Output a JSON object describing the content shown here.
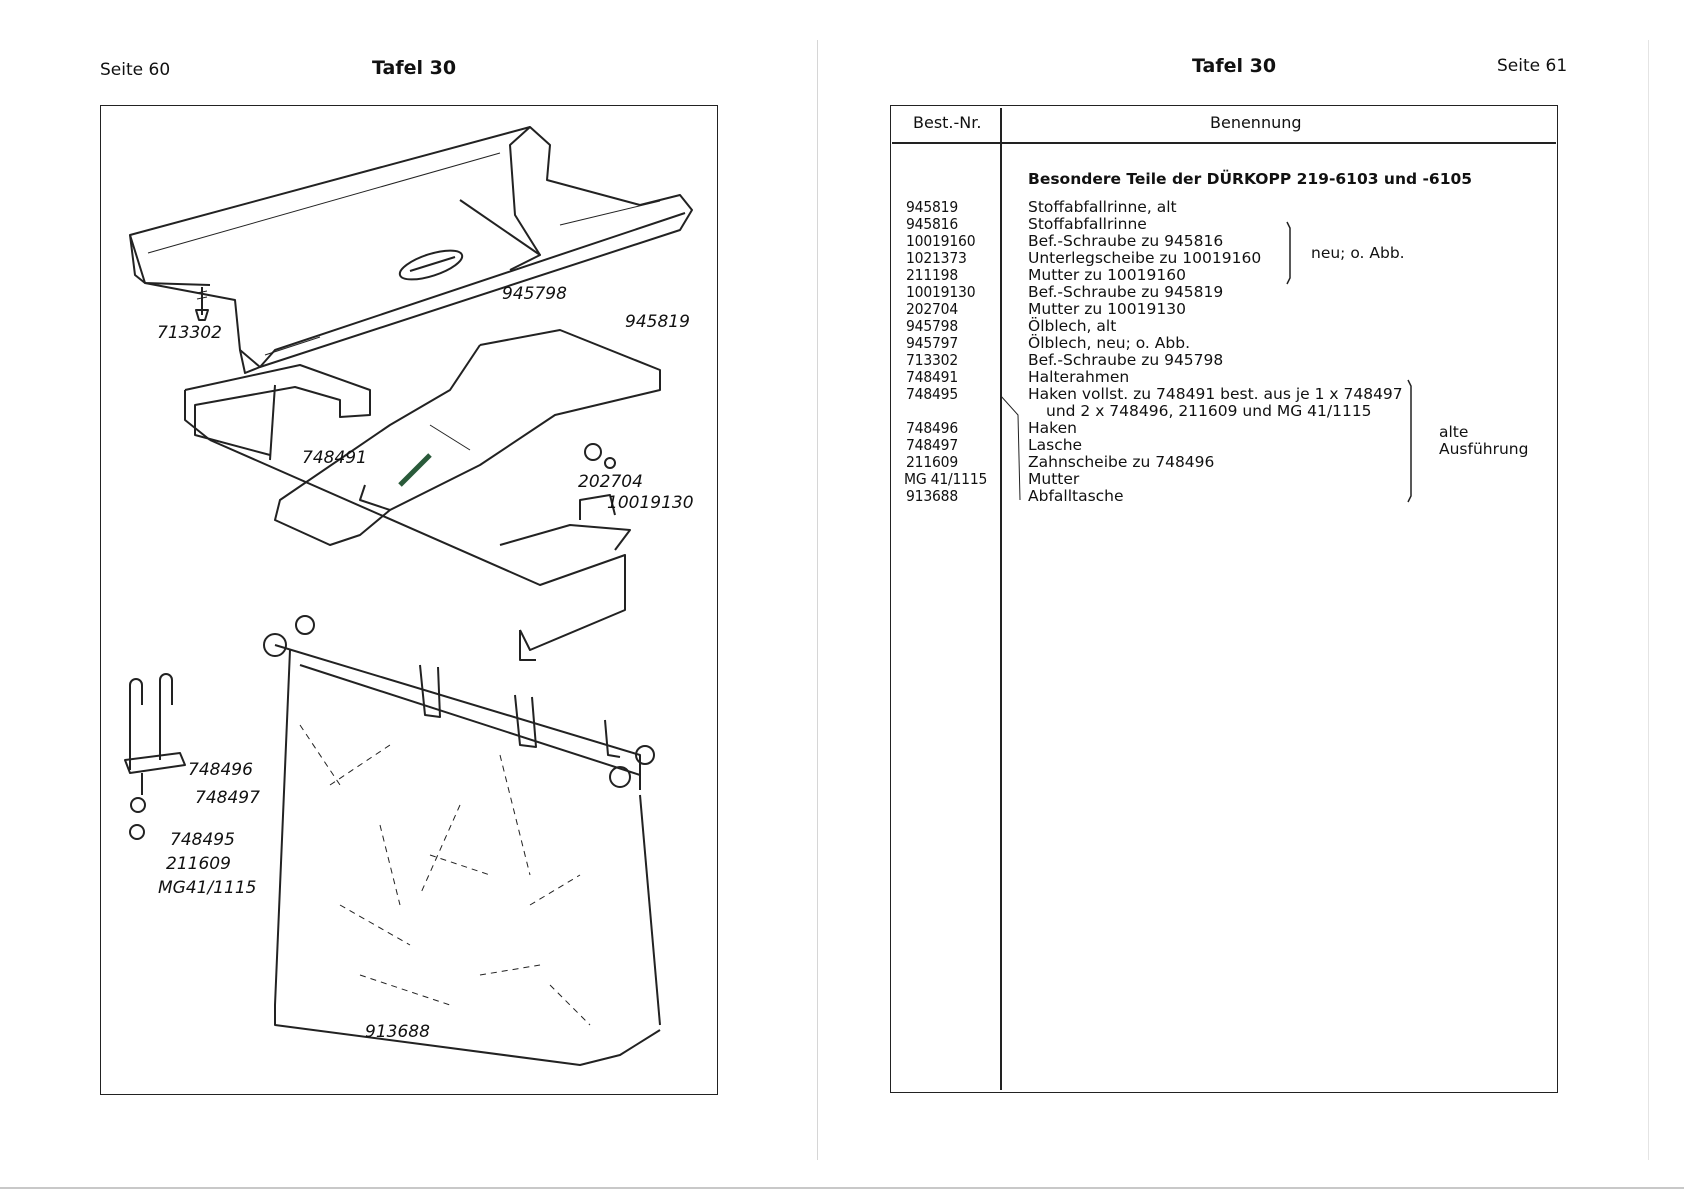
{
  "left_page": {
    "page_label": "Seite 60",
    "plate_title": "Tafel 30",
    "callouts": {
      "c945798": "945798",
      "c713302": "713302",
      "c945819": "945819",
      "c748491": "748491",
      "c202704": "202704",
      "c10019130": "10019130",
      "c748496": "748496",
      "c748497": "748497",
      "c748495": "748495",
      "c211609": "211609",
      "cMG": "MG41/1115",
      "c913688": "913688"
    }
  },
  "right_page": {
    "page_label": "Seite 61",
    "plate_title": "Tafel 30",
    "table": {
      "col_nr": "Best.-Nr.",
      "col_name": "Benennung",
      "section_title": "Besondere Teile der DÜRKOPP 219-6103 und -6105",
      "rows": [
        {
          "nr": "945819",
          "name": "Stoffabfallrinne, alt"
        },
        {
          "nr": "945816",
          "name": "Stoffabfallrinne"
        },
        {
          "nr": "10019160",
          "name": "Bef.-Schraube zu 945816"
        },
        {
          "nr": "1021373",
          "name": "Unterlegscheibe zu 10019160"
        },
        {
          "nr": "211198",
          "name": "Mutter zu 10019160"
        },
        {
          "nr": "10019130",
          "name": "Bef.-Schraube zu 945819"
        },
        {
          "nr": "202704",
          "name": "Mutter zu 10019130"
        },
        {
          "nr": "945798",
          "name": "Ölblech, alt"
        },
        {
          "nr": "945797",
          "name": "Ölblech, neu; o. Abb."
        },
        {
          "nr": "713302",
          "name": "Bef.-Schraube zu 945798"
        },
        {
          "nr": "748491",
          "name": "Halterahmen"
        },
        {
          "nr": "748495",
          "name": "Haken vollst. zu 748491 best. aus je 1 x 748497"
        },
        {
          "nr": "",
          "name": "und 2 x 748496, 211609 und MG 41/1115"
        },
        {
          "nr": "748496",
          "name": "Haken"
        },
        {
          "nr": "748497",
          "name": "Lasche"
        },
        {
          "nr": "211609",
          "name": "Zahnscheibe zu 748496"
        },
        {
          "nr": "MG 41/1115",
          "name": "Mutter"
        },
        {
          "nr": "913688",
          "name": "Abfalltasche"
        }
      ],
      "note_new": "neu; o. Abb.",
      "note_old_1": "alte",
      "note_old_2": "Ausführung"
    }
  }
}
